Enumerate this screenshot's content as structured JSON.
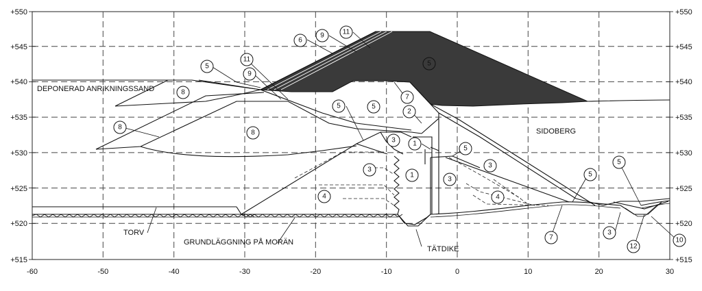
{
  "y_axis": {
    "left_labels": [
      "+550",
      "+545",
      "+540",
      "+535",
      "+530",
      "+525",
      "+520",
      "+515"
    ],
    "right_labels": [
      "+550",
      "+545",
      "+540",
      "+535",
      "+530",
      "+525",
      "+520",
      "+515"
    ]
  },
  "x_axis": {
    "labels": [
      "-60",
      "-50",
      "-40",
      "-30",
      "-20",
      "-10",
      "0",
      "10",
      "20",
      "30"
    ]
  },
  "labels": {
    "deponerad": "DEPONERAD ANRIKNINGSSAND",
    "sidoberg": "SIDOBERG",
    "torv": "TORV",
    "grundlaggning": "GRUNDLÄGGNING PÅ MORÄN",
    "tatdike": "TÄTDIKE"
  },
  "markers": [
    "1",
    "1",
    "2",
    "3",
    "3",
    "3",
    "3",
    "3",
    "4",
    "4",
    "5",
    "5",
    "5",
    "5",
    "5",
    "5",
    "5",
    "6",
    "7",
    "7",
    "8",
    "8",
    "8",
    "9",
    "9",
    "10",
    "11",
    "11",
    "12"
  ],
  "colors": {
    "dark_fill": "#3a3a3a",
    "line": "#111111",
    "grid": "#444444"
  }
}
